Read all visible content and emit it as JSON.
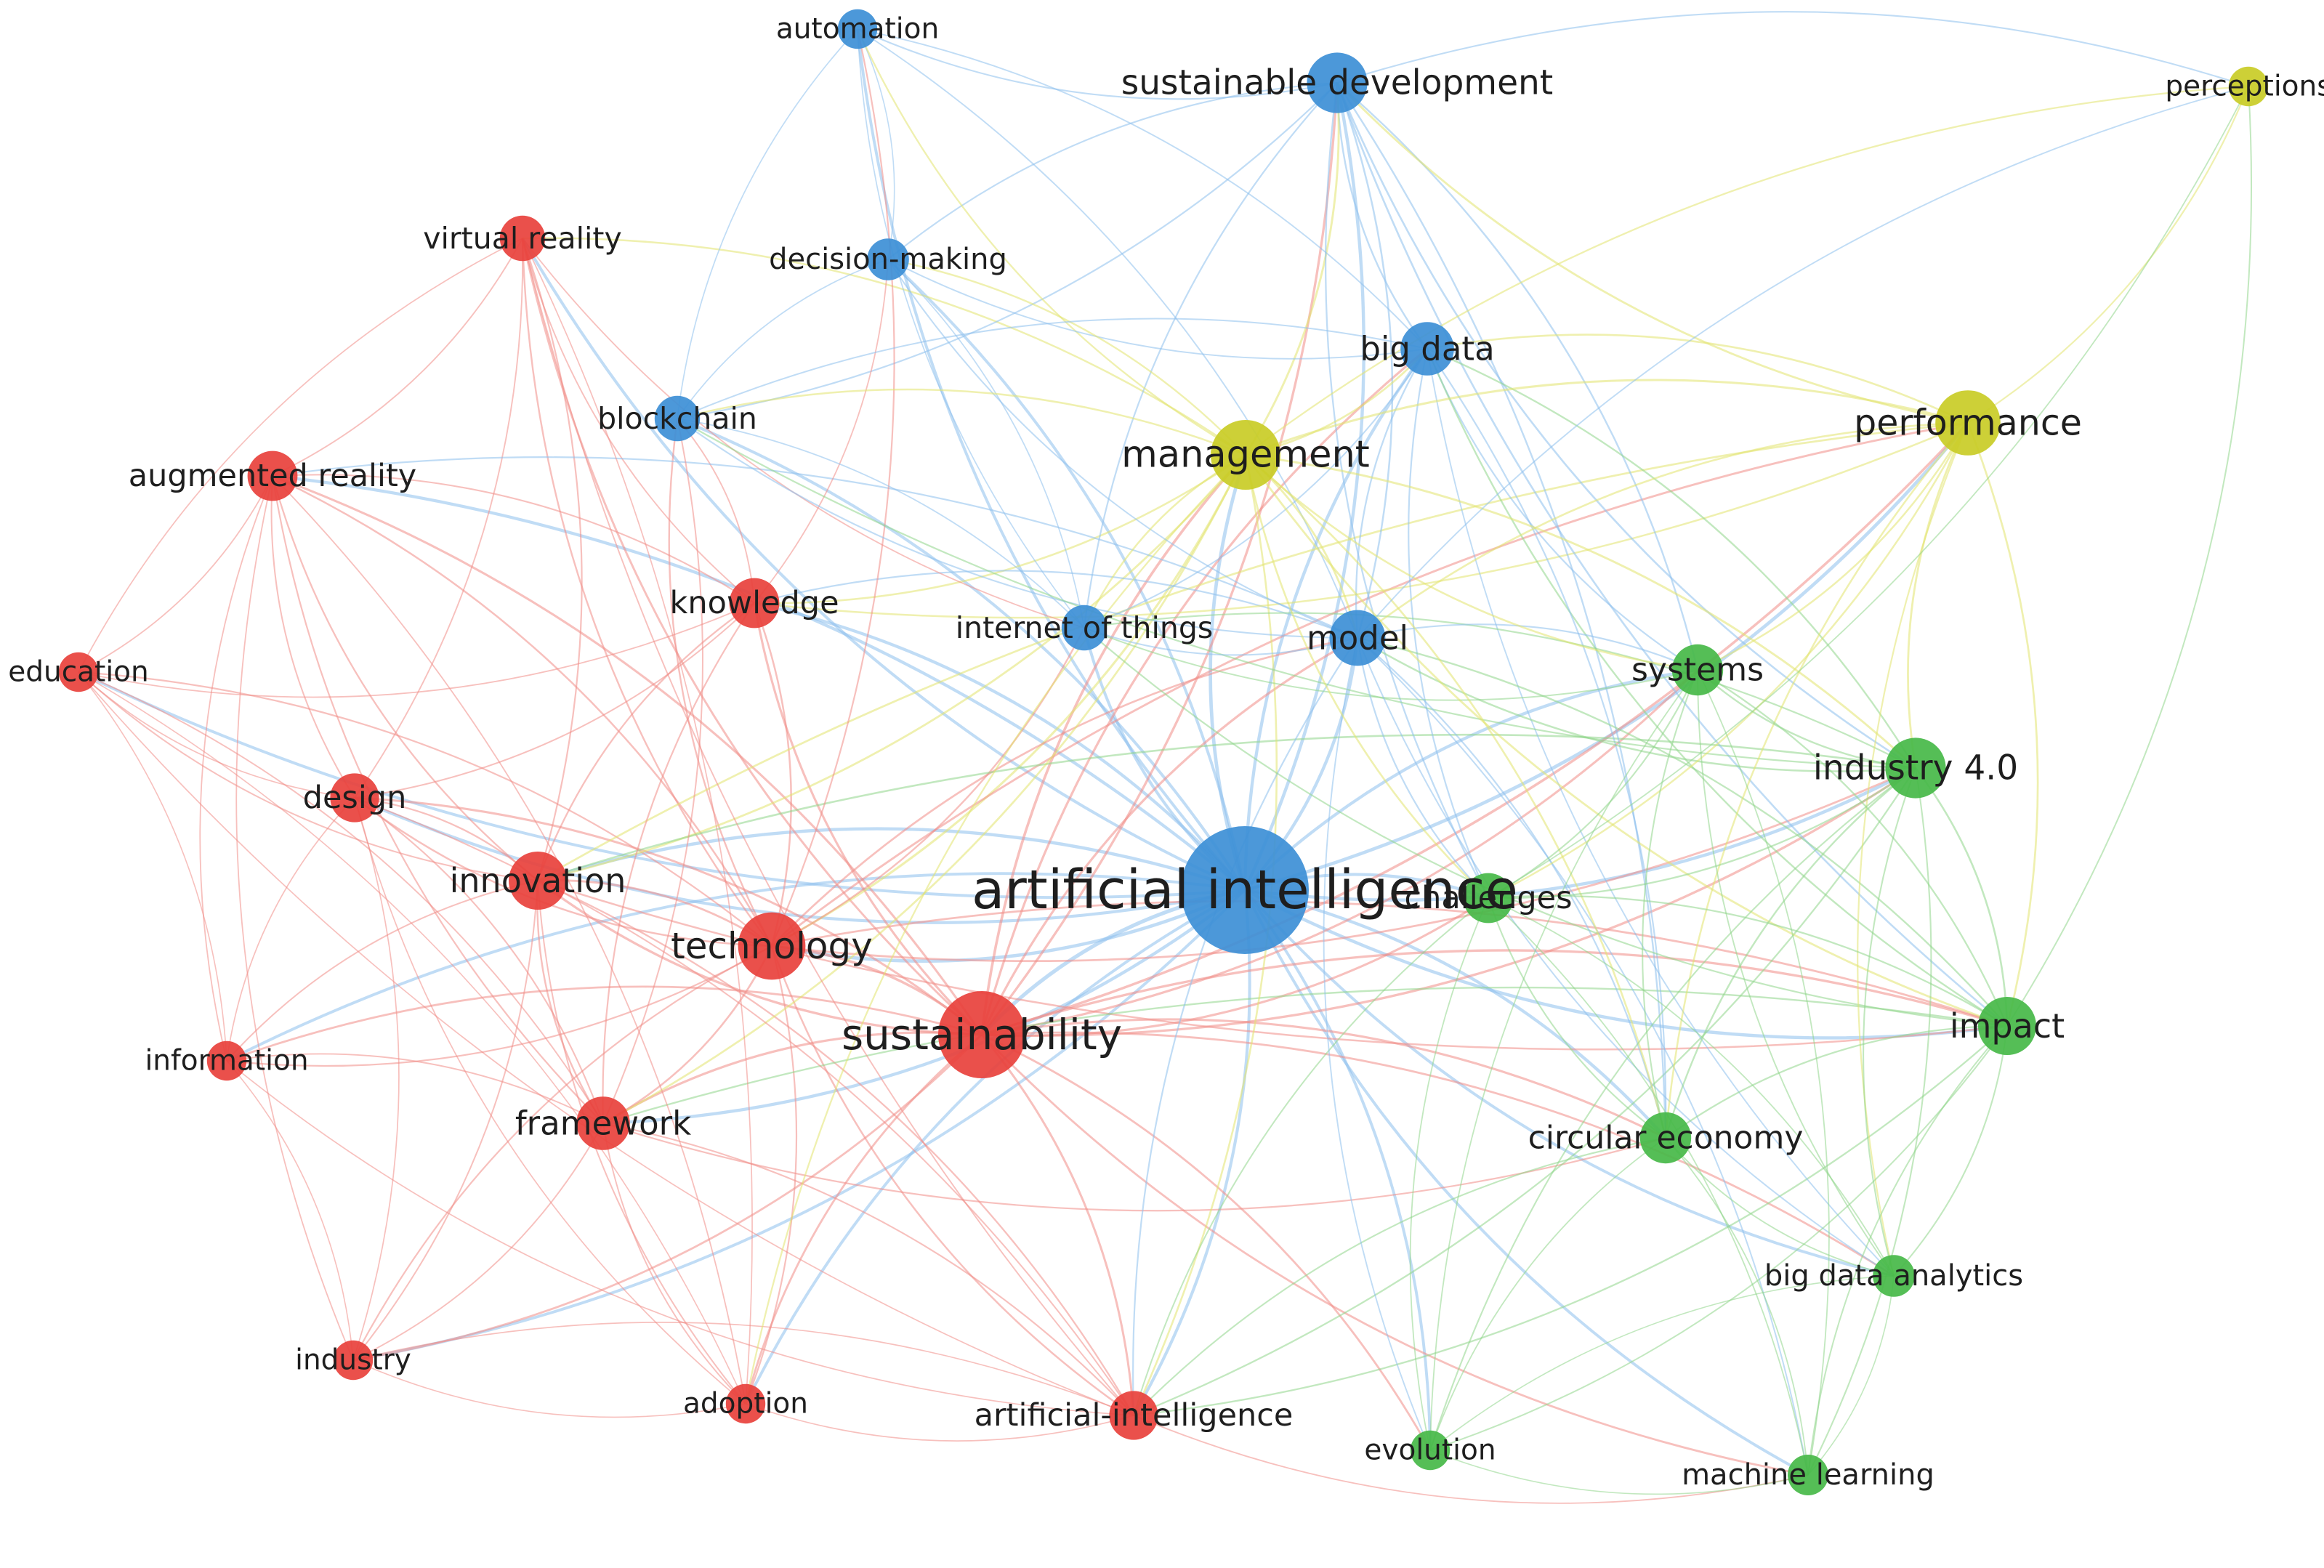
{
  "diagram": {
    "type": "keyword co-occurrence network",
    "clusters": [
      {
        "id": "red",
        "color": "#e8413c",
        "edge_color": "#f08c86"
      },
      {
        "id": "blue",
        "color": "#3d8fd6",
        "edge_color": "#8cc0ec"
      },
      {
        "id": "green",
        "color": "#46b848",
        "edge_color": "#8fd68a"
      },
      {
        "id": "yellow",
        "color": "#c9cc26",
        "edge_color": "#e2e46e"
      }
    ],
    "nodes": [
      {
        "id": "ai",
        "label": "artificial intelligence",
        "cluster": "blue",
        "weight": 10
      },
      {
        "id": "sustainability",
        "label": "sustainability",
        "cluster": "red",
        "weight": 6.5
      },
      {
        "id": "management",
        "label": "management",
        "cluster": "yellow",
        "weight": 5
      },
      {
        "id": "performance",
        "label": "performance",
        "cluster": "yellow",
        "weight": 4.6
      },
      {
        "id": "technology",
        "label": "technology",
        "cluster": "red",
        "weight": 4.8
      },
      {
        "id": "innovation",
        "label": "innovation",
        "cluster": "red",
        "weight": 4
      },
      {
        "id": "framework",
        "label": "framework",
        "cluster": "red",
        "weight": 3.6
      },
      {
        "id": "knowledge",
        "label": "knowledge",
        "cluster": "red",
        "weight": 3.3
      },
      {
        "id": "design",
        "label": "design",
        "cluster": "red",
        "weight": 3.2
      },
      {
        "id": "augmented",
        "label": "augmented reality",
        "cluster": "red",
        "weight": 3.3
      },
      {
        "id": "virtual",
        "label": "virtual reality",
        "cluster": "red",
        "weight": 2.9
      },
      {
        "id": "education",
        "label": "education",
        "cluster": "red",
        "weight": 2.4
      },
      {
        "id": "information",
        "label": "information",
        "cluster": "red",
        "weight": 2.4
      },
      {
        "id": "industry",
        "label": "industry",
        "cluster": "red",
        "weight": 2.4
      },
      {
        "id": "adoption",
        "label": "adoption",
        "cluster": "red",
        "weight": 2.4
      },
      {
        "id": "artificial-intelligence",
        "label": "artificial-intelligence",
        "cluster": "red",
        "weight": 3.2
      },
      {
        "id": "sustdev",
        "label": "sustainable development",
        "cluster": "blue",
        "weight": 4.2
      },
      {
        "id": "automation",
        "label": "automation",
        "cluster": "blue",
        "weight": 2.4
      },
      {
        "id": "decision",
        "label": "decision-making",
        "cluster": "blue",
        "weight": 2.6
      },
      {
        "id": "bigdata",
        "label": "big data",
        "cluster": "blue",
        "weight": 3.6
      },
      {
        "id": "blockchain",
        "label": "blockchain",
        "cluster": "blue",
        "weight": 2.9
      },
      {
        "id": "iot",
        "label": "internet of things",
        "cluster": "blue",
        "weight": 2.9
      },
      {
        "id": "model",
        "label": "model",
        "cluster": "blue",
        "weight": 3.8
      },
      {
        "id": "systems",
        "label": "systems",
        "cluster": "green",
        "weight": 3.4
      },
      {
        "id": "industry40",
        "label": "industry 4.0",
        "cluster": "green",
        "weight": 4.2
      },
      {
        "id": "challenges",
        "label": "challenges",
        "cluster": "green",
        "weight": 3.3
      },
      {
        "id": "impact",
        "label": "impact",
        "cluster": "green",
        "weight": 4
      },
      {
        "id": "circular",
        "label": "circular economy",
        "cluster": "green",
        "weight": 3.4
      },
      {
        "id": "bda",
        "label": "big data analytics",
        "cluster": "green",
        "weight": 2.6
      },
      {
        "id": "evolution",
        "label": "evolution",
        "cluster": "green",
        "weight": 2.4
      },
      {
        "id": "ml",
        "label": "machine learning",
        "cluster": "green",
        "weight": 2.5
      },
      {
        "id": "perceptions",
        "label": "perceptions",
        "cluster": "yellow",
        "weight": 2.4
      }
    ],
    "edges": [
      [
        "ai",
        "sustainability"
      ],
      [
        "ai",
        "management"
      ],
      [
        "ai",
        "performance"
      ],
      [
        "ai",
        "technology"
      ],
      [
        "ai",
        "innovation"
      ],
      [
        "ai",
        "framework"
      ],
      [
        "ai",
        "knowledge"
      ],
      [
        "ai",
        "design"
      ],
      [
        "ai",
        "sustdev"
      ],
      [
        "ai",
        "automation"
      ],
      [
        "ai",
        "decision"
      ],
      [
        "ai",
        "bigdata"
      ],
      [
        "ai",
        "blockchain"
      ],
      [
        "ai",
        "iot"
      ],
      [
        "ai",
        "model"
      ],
      [
        "ai",
        "systems"
      ],
      [
        "ai",
        "industry40"
      ],
      [
        "ai",
        "challenges"
      ],
      [
        "ai",
        "impact"
      ],
      [
        "ai",
        "circular"
      ],
      [
        "ai",
        "bda"
      ],
      [
        "ai",
        "evolution"
      ],
      [
        "ai",
        "ml"
      ],
      [
        "ai",
        "artificial-intelligence"
      ],
      [
        "ai",
        "adoption"
      ],
      [
        "ai",
        "virtual"
      ],
      [
        "ai",
        "augmented"
      ],
      [
        "ai",
        "education"
      ],
      [
        "ai",
        "information"
      ],
      [
        "ai",
        "industry"
      ],
      [
        "sustainability",
        "technology"
      ],
      [
        "sustainability",
        "innovation"
      ],
      [
        "sustainability",
        "framework"
      ],
      [
        "sustainability",
        "knowledge"
      ],
      [
        "sustainability",
        "design"
      ],
      [
        "sustainability",
        "management"
      ],
      [
        "sustainability",
        "performance"
      ],
      [
        "sustainability",
        "impact"
      ],
      [
        "sustainability",
        "industry40"
      ],
      [
        "sustainability",
        "circular"
      ],
      [
        "sustainability",
        "systems"
      ],
      [
        "sustainability",
        "artificial-intelligence"
      ],
      [
        "sustainability",
        "adoption"
      ],
      [
        "sustainability",
        "industry"
      ],
      [
        "sustainability",
        "information"
      ],
      [
        "sustainability",
        "bigdata"
      ],
      [
        "sustainability",
        "sustdev"
      ],
      [
        "sustainability",
        "model"
      ],
      [
        "sustainability",
        "challenges"
      ],
      [
        "sustainability",
        "bda"
      ],
      [
        "sustainability",
        "ml"
      ],
      [
        "sustainability",
        "evolution"
      ],
      [
        "sustainability",
        "augmented"
      ],
      [
        "sustainability",
        "virtual"
      ],
      [
        "technology",
        "innovation"
      ],
      [
        "technology",
        "framework"
      ],
      [
        "technology",
        "knowledge"
      ],
      [
        "technology",
        "design"
      ],
      [
        "technology",
        "augmented"
      ],
      [
        "technology",
        "virtual"
      ],
      [
        "technology",
        "management"
      ],
      [
        "technology",
        "adoption"
      ],
      [
        "technology",
        "artificial-intelligence"
      ],
      [
        "technology",
        "performance"
      ],
      [
        "technology",
        "industry40"
      ],
      [
        "technology",
        "model"
      ],
      [
        "technology",
        "iot"
      ],
      [
        "technology",
        "blockchain"
      ],
      [
        "technology",
        "education"
      ],
      [
        "technology",
        "information"
      ],
      [
        "technology",
        "industry"
      ],
      [
        "technology",
        "impact"
      ],
      [
        "innovation",
        "framework"
      ],
      [
        "innovation",
        "knowledge"
      ],
      [
        "innovation",
        "design"
      ],
      [
        "innovation",
        "augmented"
      ],
      [
        "innovation",
        "virtual"
      ],
      [
        "innovation",
        "education"
      ],
      [
        "innovation",
        "information"
      ],
      [
        "innovation",
        "industry"
      ],
      [
        "innovation",
        "adoption"
      ],
      [
        "innovation",
        "artificial-intelligence"
      ],
      [
        "innovation",
        "management"
      ],
      [
        "innovation",
        "performance"
      ],
      [
        "innovation",
        "impact"
      ],
      [
        "innovation",
        "industry40"
      ],
      [
        "framework",
        "design"
      ],
      [
        "framework",
        "knowledge"
      ],
      [
        "framework",
        "adoption"
      ],
      [
        "framework",
        "industry"
      ],
      [
        "framework",
        "information"
      ],
      [
        "framework",
        "artificial-intelligence"
      ],
      [
        "framework",
        "management"
      ],
      [
        "framework",
        "impact"
      ],
      [
        "framework",
        "circular"
      ],
      [
        "framework",
        "augmented"
      ],
      [
        "framework",
        "education"
      ],
      [
        "knowledge",
        "design"
      ],
      [
        "knowledge",
        "augmented"
      ],
      [
        "knowledge",
        "virtual"
      ],
      [
        "knowledge",
        "management"
      ],
      [
        "knowledge",
        "model"
      ],
      [
        "knowledge",
        "performance"
      ],
      [
        "knowledge",
        "education"
      ],
      [
        "knowledge",
        "blockchain"
      ],
      [
        "design",
        "augmented"
      ],
      [
        "design",
        "virtual"
      ],
      [
        "design",
        "education"
      ],
      [
        "design",
        "information"
      ],
      [
        "design",
        "industry"
      ],
      [
        "design",
        "adoption"
      ],
      [
        "design",
        "artificial-intelligence"
      ],
      [
        "augmented",
        "virtual"
      ],
      [
        "augmented",
        "education"
      ],
      [
        "augmented",
        "information"
      ],
      [
        "augmented",
        "adoption"
      ],
      [
        "augmented",
        "industry"
      ],
      [
        "augmented",
        "model"
      ],
      [
        "virtual",
        "education"
      ],
      [
        "virtual",
        "adoption"
      ],
      [
        "virtual",
        "artificial-intelligence"
      ],
      [
        "virtual",
        "management"
      ],
      [
        "virtual",
        "iot"
      ],
      [
        "education",
        "information"
      ],
      [
        "education",
        "artificial-intelligence"
      ],
      [
        "education",
        "adoption"
      ],
      [
        "information",
        "artificial-intelligence"
      ],
      [
        "information",
        "industry"
      ],
      [
        "industry",
        "adoption"
      ],
      [
        "industry",
        "artificial-intelligence"
      ],
      [
        "adoption",
        "artificial-intelligence"
      ],
      [
        "adoption",
        "management"
      ],
      [
        "artificial-intelligence",
        "management"
      ],
      [
        "artificial-intelligence",
        "model"
      ],
      [
        "artificial-intelligence",
        "impact"
      ],
      [
        "artificial-intelligence",
        "challenges"
      ],
      [
        "artificial-intelligence",
        "industry40"
      ],
      [
        "artificial-intelligence",
        "circular"
      ],
      [
        "artificial-intelligence",
        "ml"
      ],
      [
        "sustdev",
        "automation"
      ],
      [
        "sustdev",
        "bigdata"
      ],
      [
        "sustdev",
        "blockchain"
      ],
      [
        "sustdev",
        "iot"
      ],
      [
        "sustdev",
        "model"
      ],
      [
        "sustdev",
        "decision"
      ],
      [
        "sustdev",
        "management"
      ],
      [
        "sustdev",
        "challenges"
      ],
      [
        "sustdev",
        "systems"
      ],
      [
        "sustdev",
        "industry40"
      ],
      [
        "sustdev",
        "circular"
      ],
      [
        "sustdev",
        "impact"
      ],
      [
        "automation",
        "decision"
      ],
      [
        "automation",
        "blockchain"
      ],
      [
        "automation",
        "bigdata"
      ],
      [
        "automation",
        "iot"
      ],
      [
        "automation",
        "model"
      ],
      [
        "automation",
        "management"
      ],
      [
        "automation",
        "technology"
      ],
      [
        "decision",
        "bigdata"
      ],
      [
        "decision",
        "iot"
      ],
      [
        "decision",
        "model"
      ],
      [
        "decision",
        "management"
      ],
      [
        "decision",
        "blockchain"
      ],
      [
        "decision",
        "knowledge"
      ],
      [
        "bigdata",
        "model"
      ],
      [
        "bigdata",
        "iot"
      ],
      [
        "bigdata",
        "blockchain"
      ],
      [
        "bigdata",
        "management"
      ],
      [
        "bigdata",
        "systems"
      ],
      [
        "bigdata",
        "industry40"
      ],
      [
        "bigdata",
        "impact"
      ],
      [
        "bigdata",
        "circular"
      ],
      [
        "bigdata",
        "challenges"
      ],
      [
        "bigdata",
        "performance"
      ],
      [
        "bigdata",
        "bda"
      ],
      [
        "blockchain",
        "iot"
      ],
      [
        "blockchain",
        "model"
      ],
      [
        "blockchain",
        "management"
      ],
      [
        "blockchain",
        "industry40"
      ],
      [
        "blockchain",
        "framework"
      ],
      [
        "iot",
        "model"
      ],
      [
        "iot",
        "industry40"
      ],
      [
        "iot",
        "systems"
      ],
      [
        "iot",
        "management"
      ],
      [
        "iot",
        "impact"
      ],
      [
        "model",
        "systems"
      ],
      [
        "model",
        "industry40"
      ],
      [
        "model",
        "impact"
      ],
      [
        "model",
        "management"
      ],
      [
        "model",
        "performance"
      ],
      [
        "model",
        "challenges"
      ],
      [
        "model",
        "circular"
      ],
      [
        "model",
        "bda"
      ],
      [
        "model",
        "ml"
      ],
      [
        "model",
        "evolution"
      ],
      [
        "management",
        "performance"
      ],
      [
        "management",
        "systems"
      ],
      [
        "management",
        "industry40"
      ],
      [
        "management",
        "impact"
      ],
      [
        "management",
        "circular"
      ],
      [
        "management",
        "challenges"
      ],
      [
        "management",
        "perceptions"
      ],
      [
        "performance",
        "perceptions"
      ],
      [
        "performance",
        "systems"
      ],
      [
        "performance",
        "industry40"
      ],
      [
        "performance",
        "impact"
      ],
      [
        "performance",
        "circular"
      ],
      [
        "performance",
        "challenges"
      ],
      [
        "performance",
        "bda"
      ],
      [
        "performance",
        "sustdev"
      ],
      [
        "perceptions",
        "sustdev"
      ],
      [
        "perceptions",
        "challenges"
      ],
      [
        "perceptions",
        "model"
      ],
      [
        "perceptions",
        "impact"
      ],
      [
        "systems",
        "industry40"
      ],
      [
        "systems",
        "impact"
      ],
      [
        "systems",
        "circular"
      ],
      [
        "systems",
        "challenges"
      ],
      [
        "systems",
        "bda"
      ],
      [
        "systems",
        "ml"
      ],
      [
        "systems",
        "evolution"
      ],
      [
        "industry40",
        "impact"
      ],
      [
        "industry40",
        "circular"
      ],
      [
        "industry40",
        "challenges"
      ],
      [
        "industry40",
        "bda"
      ],
      [
        "industry40",
        "ml"
      ],
      [
        "industry40",
        "evolution"
      ],
      [
        "challenges",
        "impact"
      ],
      [
        "challenges",
        "circular"
      ],
      [
        "challenges",
        "bda"
      ],
      [
        "challenges",
        "evolution"
      ],
      [
        "challenges",
        "ml"
      ],
      [
        "impact",
        "circular"
      ],
      [
        "impact",
        "bda"
      ],
      [
        "impact",
        "ml"
      ],
      [
        "impact",
        "evolution"
      ],
      [
        "circular",
        "bda"
      ],
      [
        "circular",
        "ml"
      ],
      [
        "circular",
        "evolution"
      ],
      [
        "bda",
        "ml"
      ],
      [
        "bda",
        "evolution"
      ],
      [
        "ml",
        "evolution"
      ]
    ]
  }
}
